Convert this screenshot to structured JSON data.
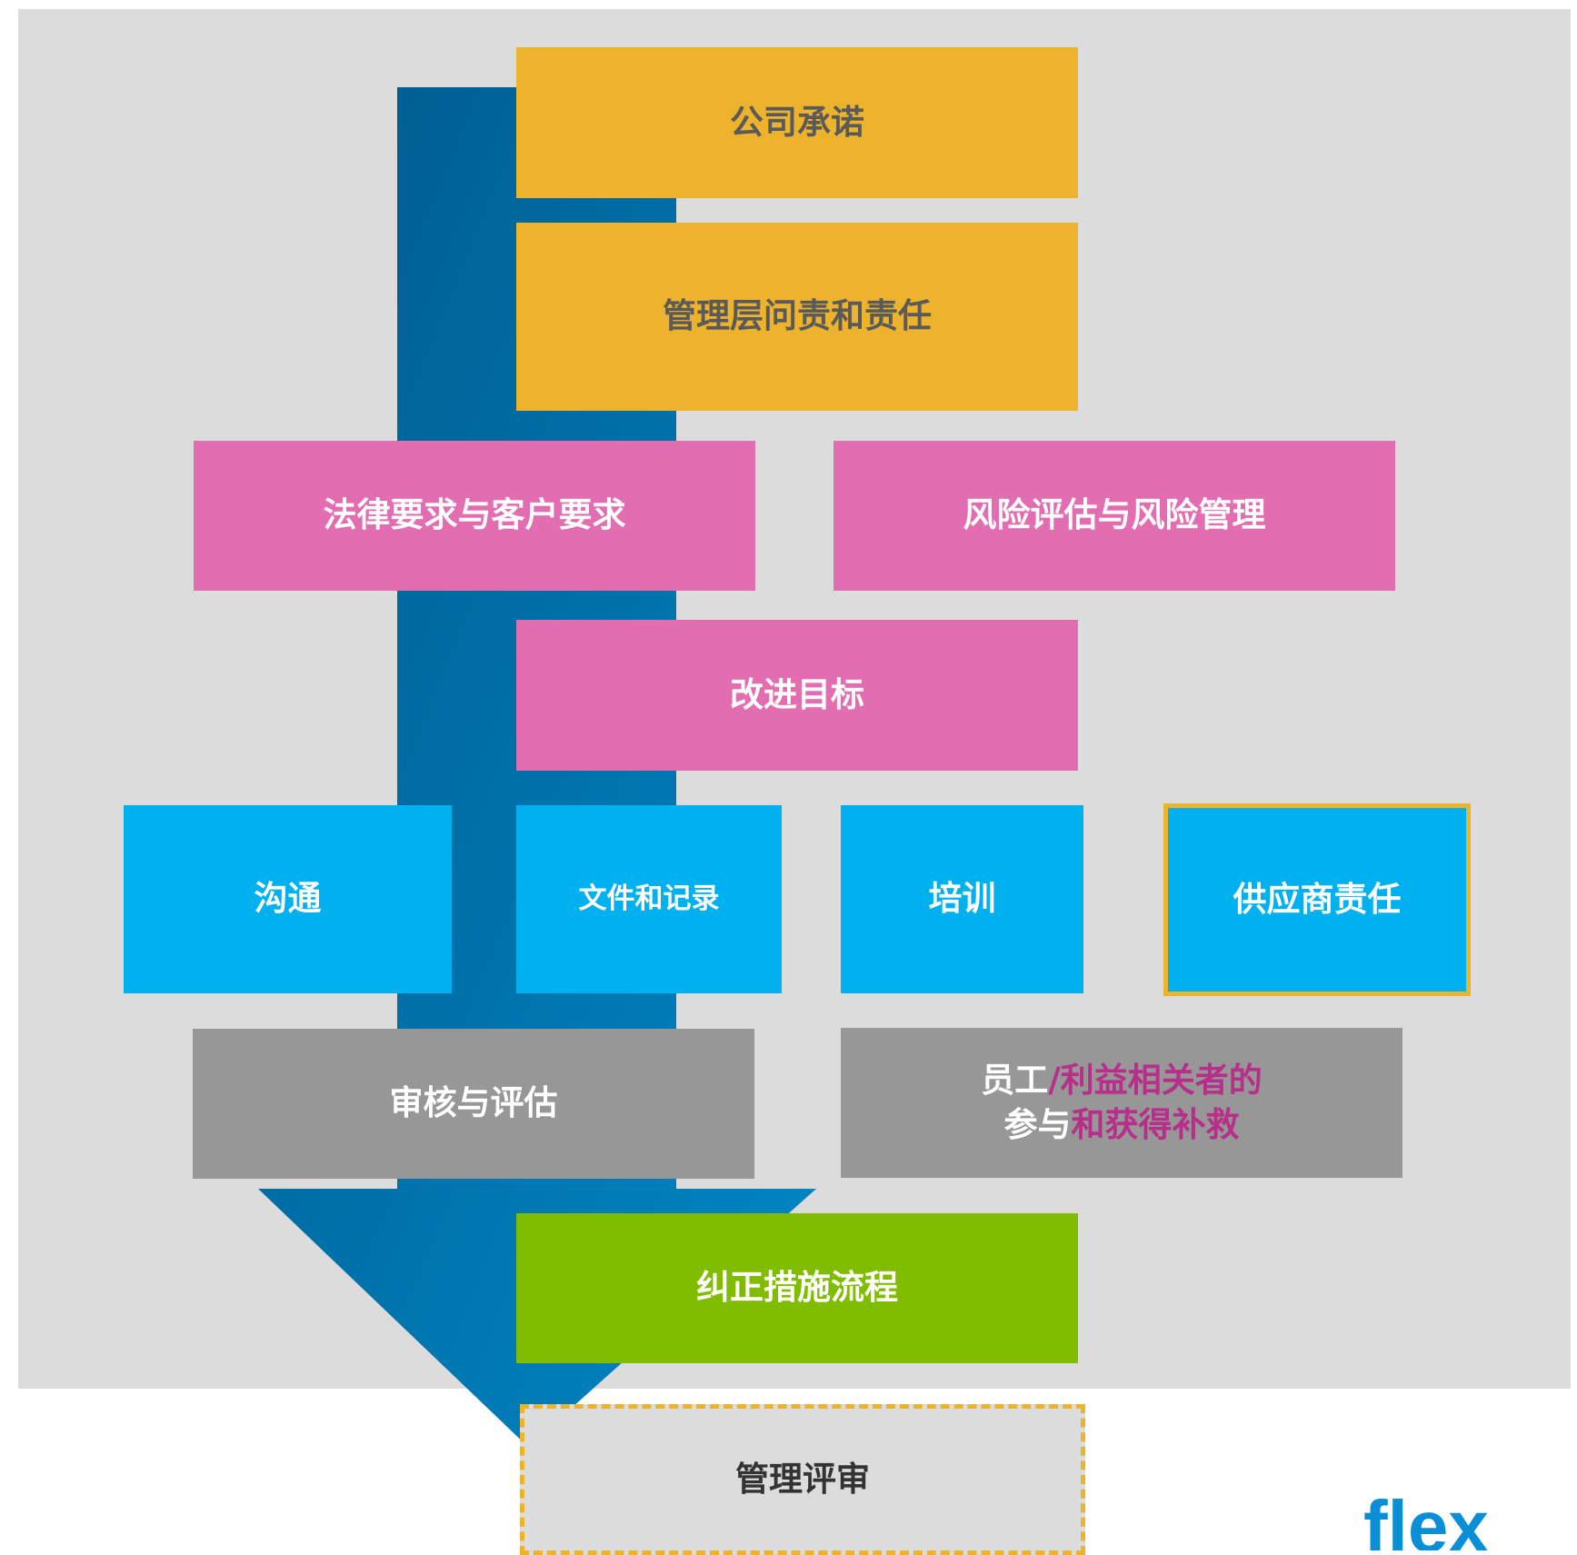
{
  "colors": {
    "panel": "#dcdcdc",
    "arrow_dark": "#005a8c",
    "arrow_light": "#0088c7",
    "yellow": "#edb32d",
    "pink": "#e26db0",
    "blue": "#00b0ef",
    "gray": "#979797",
    "green": "#80bc00",
    "magenta_text": "#b72f8a"
  },
  "steps": {
    "commitment": "公司承诺",
    "accountability": "管理层问责和责任",
    "legal": "法律要求与客户要求",
    "risk": "风险评估与风险管理",
    "targets": "改进目标",
    "communication": "沟通",
    "documentation": "文件和记录",
    "training": "培训",
    "supplier": "供应商责任",
    "audit": "审核与评估",
    "engagement": {
      "part1": "员工",
      "part2": "/利益相关者的",
      "part3": "参与",
      "part4": "和获得补救"
    },
    "corrective": "纠正措施流程",
    "review": "管理评审"
  },
  "logo": {
    "text": "flex"
  }
}
